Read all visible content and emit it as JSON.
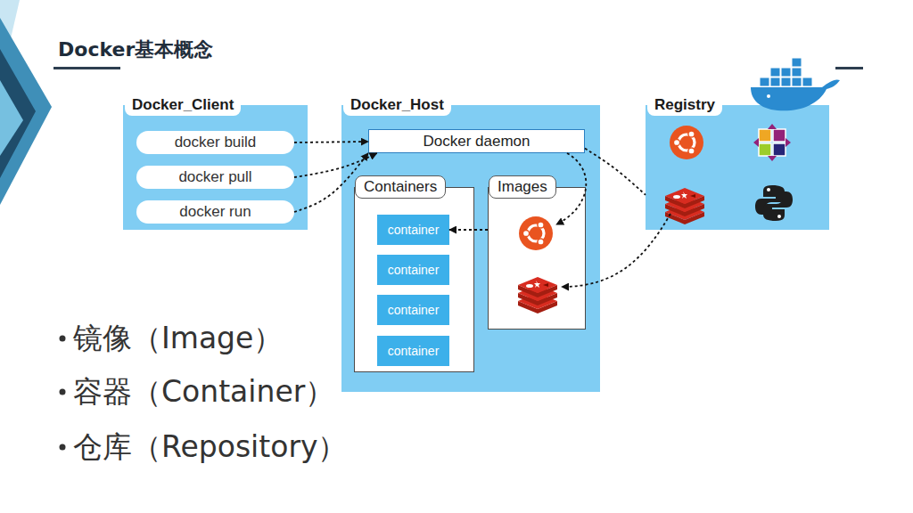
{
  "diagram": {
    "title": "Docker基本概念",
    "nodes": [
      {
        "text": [
          "Docker_Client"
        ]
      },
      {
        "text": [
          "docker build"
        ],
        "in": 0
      },
      {
        "text": [
          "docker pull"
        ],
        "in": 0
      },
      {
        "text": [
          "docker run"
        ],
        "in": 0
      },
      {
        "text": [
          "Docker_Host"
        ]
      },
      {
        "text": [
          "Docker daemon"
        ],
        "in": 4
      },
      {
        "text": [
          "Containers"
        ],
        "in": 4
      },
      {
        "text": [
          "container"
        ],
        "in": 6
      },
      {
        "text": [
          "container"
        ],
        "in": 6
      },
      {
        "text": [
          "container"
        ],
        "in": 6
      },
      {
        "text": [
          "container"
        ],
        "in": 6
      },
      {
        "text": [
          "Images"
        ],
        "in": 4
      },
      {
        "text": [
          "Registry"
        ]
      }
    ],
    "edges": [
      {
        "from": 1,
        "to": 5,
        "arrow": "to"
      },
      {
        "from": 2,
        "to": 5,
        "arrow": "to"
      },
      {
        "from": 3,
        "to": 5,
        "arrow": "to"
      },
      {
        "from": 5,
        "to": 12,
        "arrow": "none"
      },
      {
        "from": 11,
        "to": 7,
        "arrow": "to"
      }
    ],
    "labels": [
      "镜像（Image）",
      "容器（Container）",
      "仓库（Repository）"
    ]
  }
}
